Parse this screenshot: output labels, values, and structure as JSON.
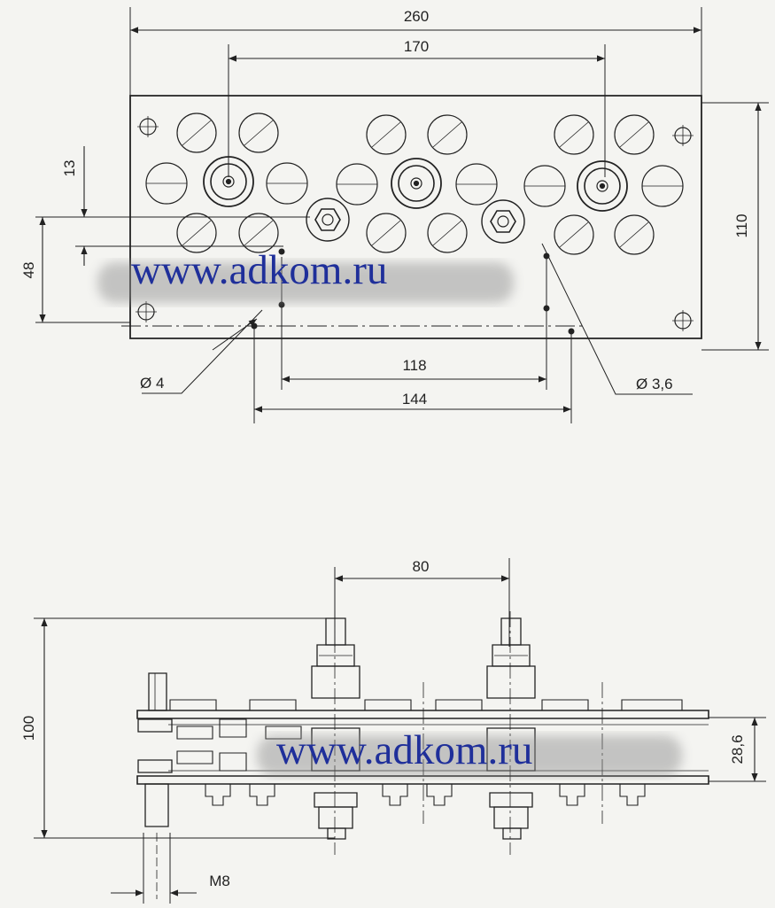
{
  "top_view": {
    "dims": {
      "overall_width": "260",
      "outer_hole_spacing": "170",
      "offset_13": "13",
      "height_110": "110",
      "offset_48": "48",
      "spacing_118": "118",
      "spacing_144": "144",
      "hole_d4": "Ø 4",
      "hole_d36": "Ø 3,6"
    }
  },
  "side_view": {
    "dims": {
      "stud_spacing": "80",
      "height_100": "100",
      "plate_gap": "28,6",
      "thread": "M8"
    }
  },
  "watermark": "www.adkom.ru",
  "colors": {
    "ink": "#222222",
    "paper": "#f4f4f1",
    "watermark": "#1f2f9a"
  }
}
